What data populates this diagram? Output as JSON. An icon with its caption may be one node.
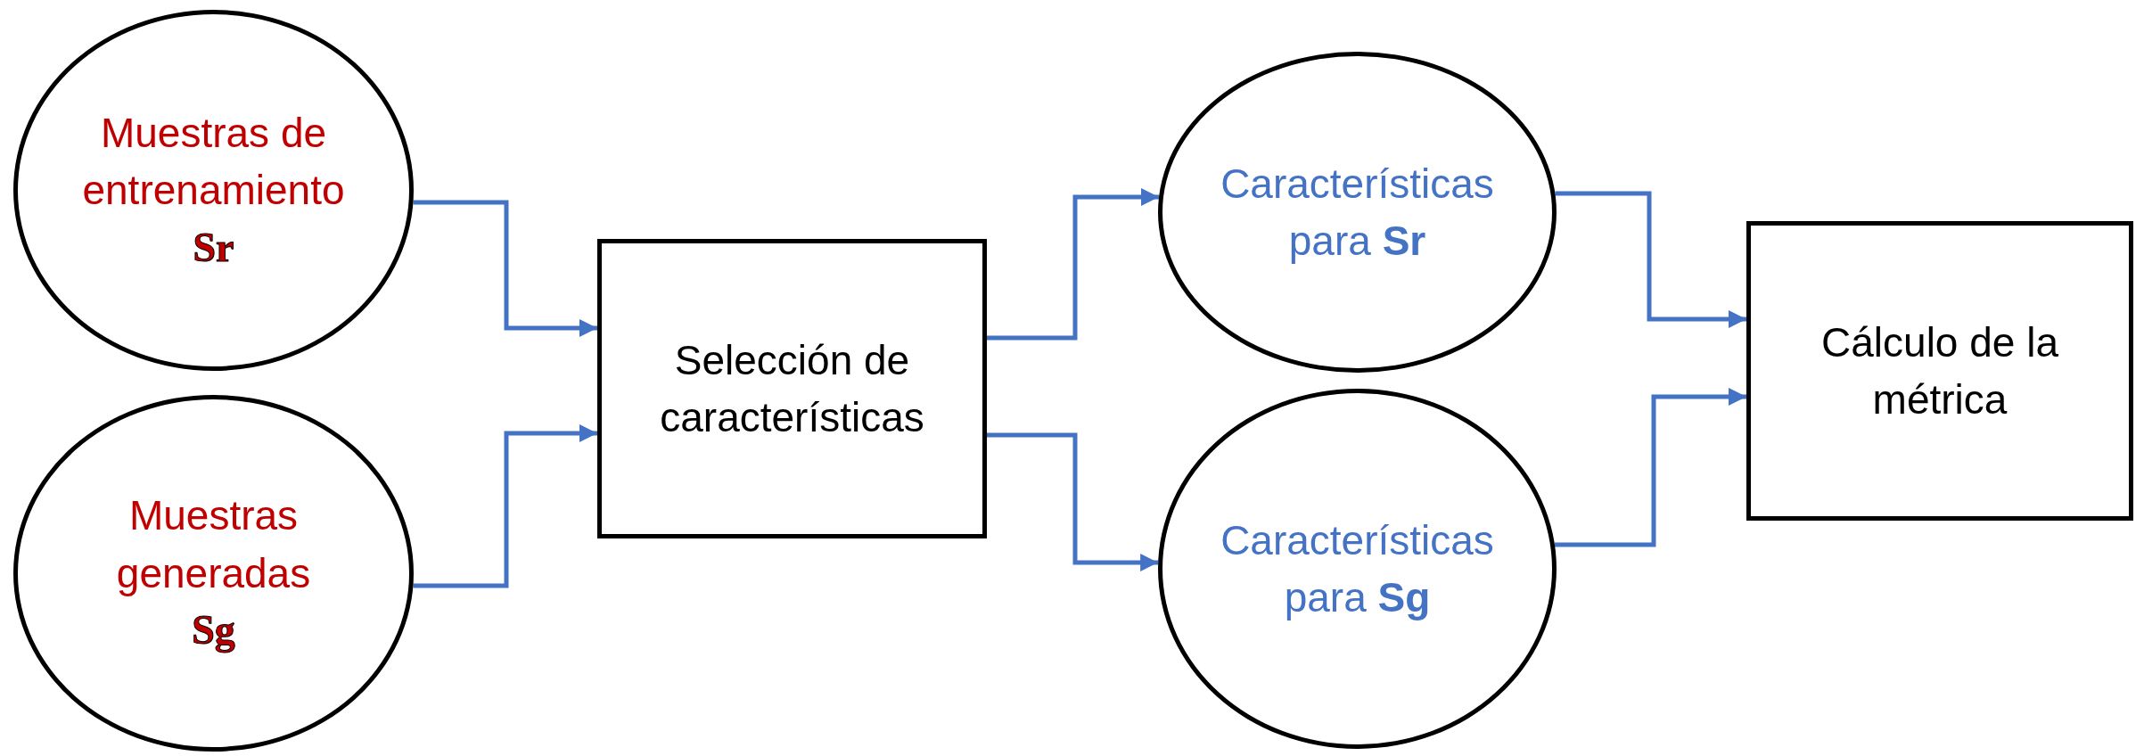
{
  "diagram": {
    "nodes": [
      {
        "text": [
          "Muestras de entrenamiento",
          "Sr"
        ]
      },
      {
        "text": [
          "Muestras generadas",
          "Sg"
        ]
      },
      {
        "text": [
          "Selección de características"
        ]
      },
      {
        "text": [
          "Características para **Sr**"
        ]
      },
      {
        "text": [
          "Características para **Sg**"
        ]
      },
      {
        "text": [
          "Cálculo de la métrica"
        ]
      }
    ],
    "edges": [
      {
        "from": 0,
        "to": 2,
        "arrow": "to"
      },
      {
        "from": 1,
        "to": 2,
        "arrow": "to"
      },
      {
        "from": 2,
        "to": 3,
        "arrow": "to"
      },
      {
        "from": 2,
        "to": 4,
        "arrow": "to"
      },
      {
        "from": 3,
        "to": 5,
        "arrow": "to"
      },
      {
        "from": 4,
        "to": 5,
        "arrow": "to"
      }
    ]
  }
}
